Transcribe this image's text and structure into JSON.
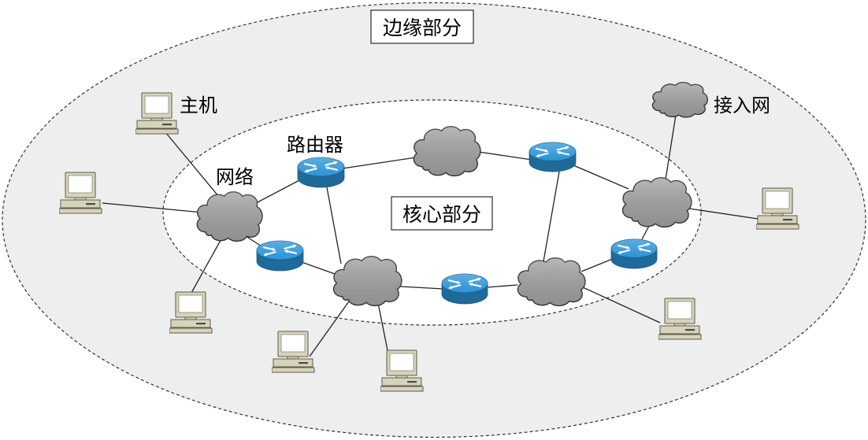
{
  "diagram": {
    "edge_region_label": "边缘部分",
    "core_region_label": "核心部分",
    "host_label": "主机",
    "router_label": "路由器",
    "network_label": "网络",
    "access_network_label": "接入网"
  },
  "icons": {
    "host": "host-computer-icon",
    "router": "router-icon",
    "network": "network-cloud-icon",
    "access_network": "access-network-cloud-icon"
  },
  "colors": {
    "edge_region_fill": "#eeeeee",
    "core_region_fill": "#ffffff",
    "region_border": "#333333",
    "cloud_fill": "#a4a4a4",
    "router_fill": "#2a93d5",
    "host_fill": "#d7d3bb",
    "link_color": "#222222"
  }
}
